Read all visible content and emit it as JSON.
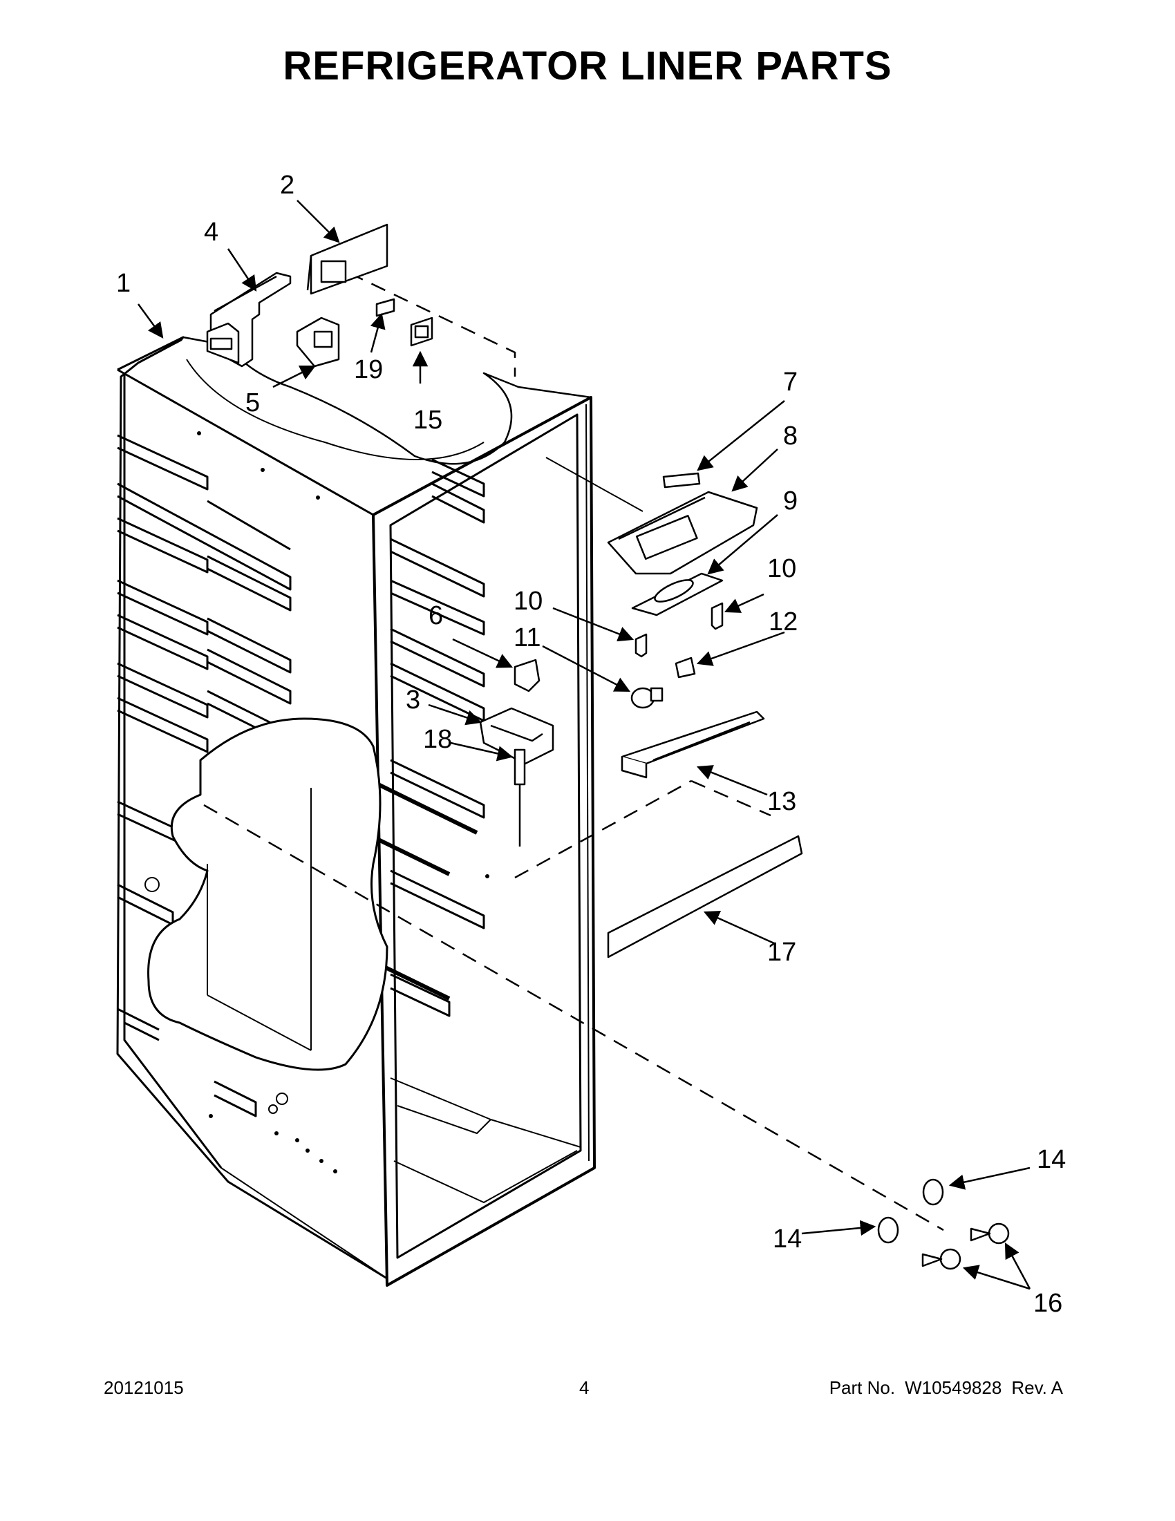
{
  "title": "REFRIGERATOR LINER PARTS",
  "callouts": {
    "c1": "1",
    "c2": "2",
    "c3": "3",
    "c4": "4",
    "c5": "5",
    "c6": "6",
    "c7": "7",
    "c8": "8",
    "c9": "9",
    "c10a": "10",
    "c10b": "10",
    "c11": "11",
    "c12": "12",
    "c13": "13",
    "c14a": "14",
    "c14b": "14",
    "c15": "15",
    "c16": "16",
    "c17": "17",
    "c18": "18",
    "c19": "19"
  },
  "footer": {
    "date_code": "20121015",
    "page_number": "4",
    "part_label": "Part No.",
    "part_number": "W10549828",
    "revision": "Rev.  A"
  }
}
